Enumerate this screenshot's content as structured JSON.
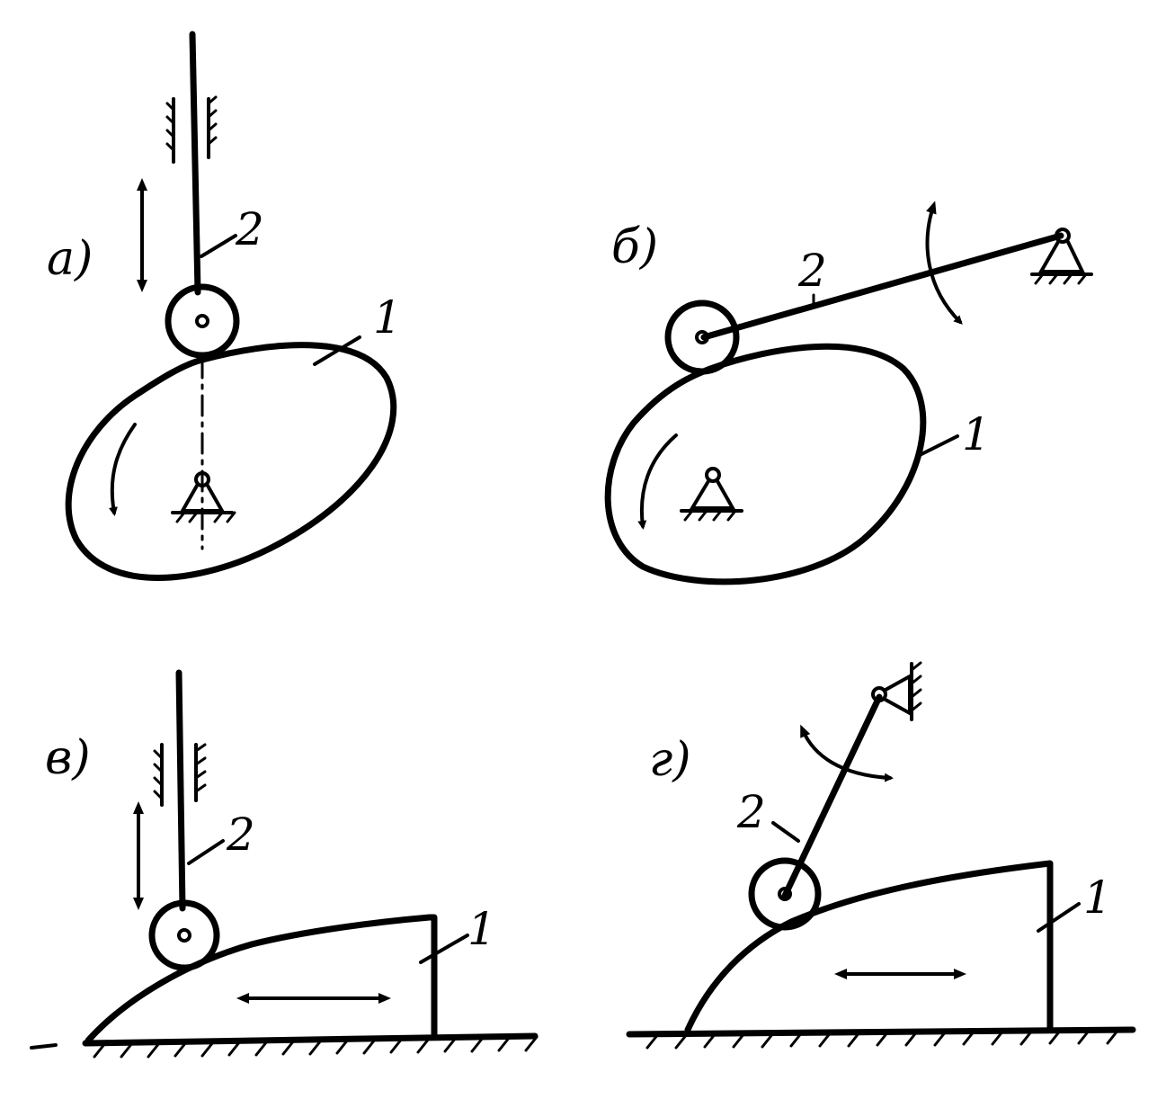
{
  "panels": {
    "a": {
      "label": "а)",
      "cam_number": "1",
      "follower_number": "2"
    },
    "b": {
      "label": "б)",
      "cam_number": "1",
      "follower_number": "2"
    },
    "v": {
      "label": "в)",
      "cam_number": "1",
      "follower_number": "2"
    },
    "g": {
      "label": "г)",
      "cam_number": "1",
      "follower_number": "2"
    }
  },
  "colors": {
    "ink": "#000000",
    "background": "#ffffff"
  }
}
